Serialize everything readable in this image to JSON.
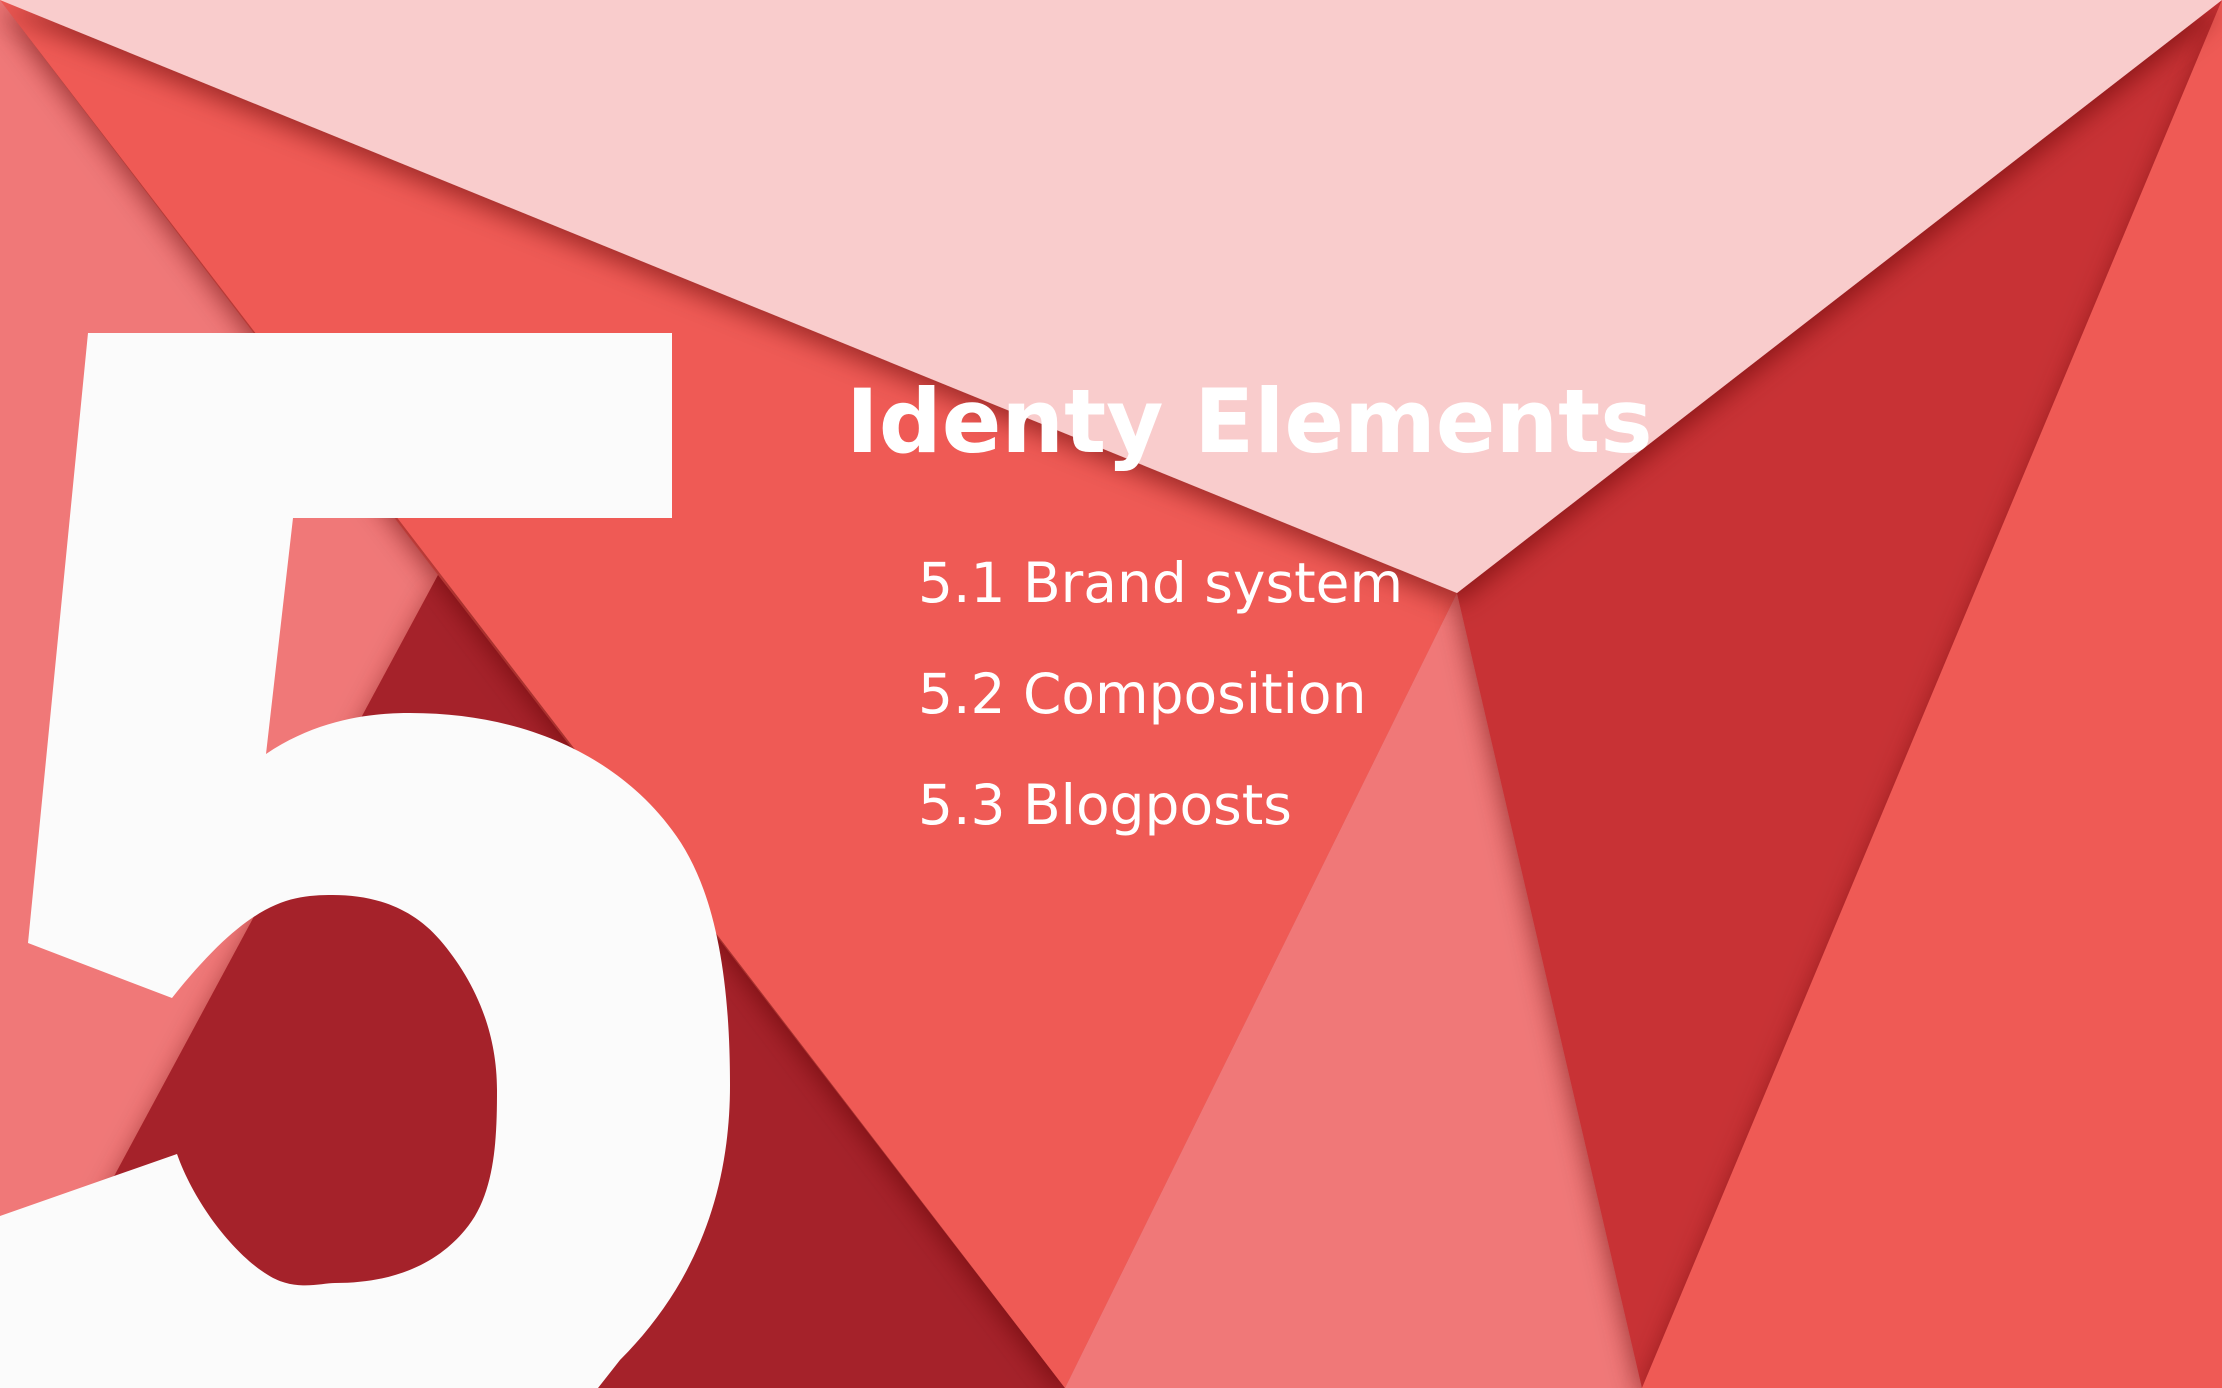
{
  "section": {
    "number": "5",
    "title": "Identy Elements"
  },
  "toc": {
    "items": [
      {
        "label": "5.1 Brand system"
      },
      {
        "label": "5.2 Composition"
      },
      {
        "label": "5.3 Blogposts"
      }
    ]
  },
  "colors": {
    "pale_pink": "#f9cccc",
    "coral": "#ef5a55",
    "light_coral": "#f07878",
    "crimson": "#c83036",
    "dark_red": "#a52029",
    "off_white": "#fbfbfb"
  }
}
